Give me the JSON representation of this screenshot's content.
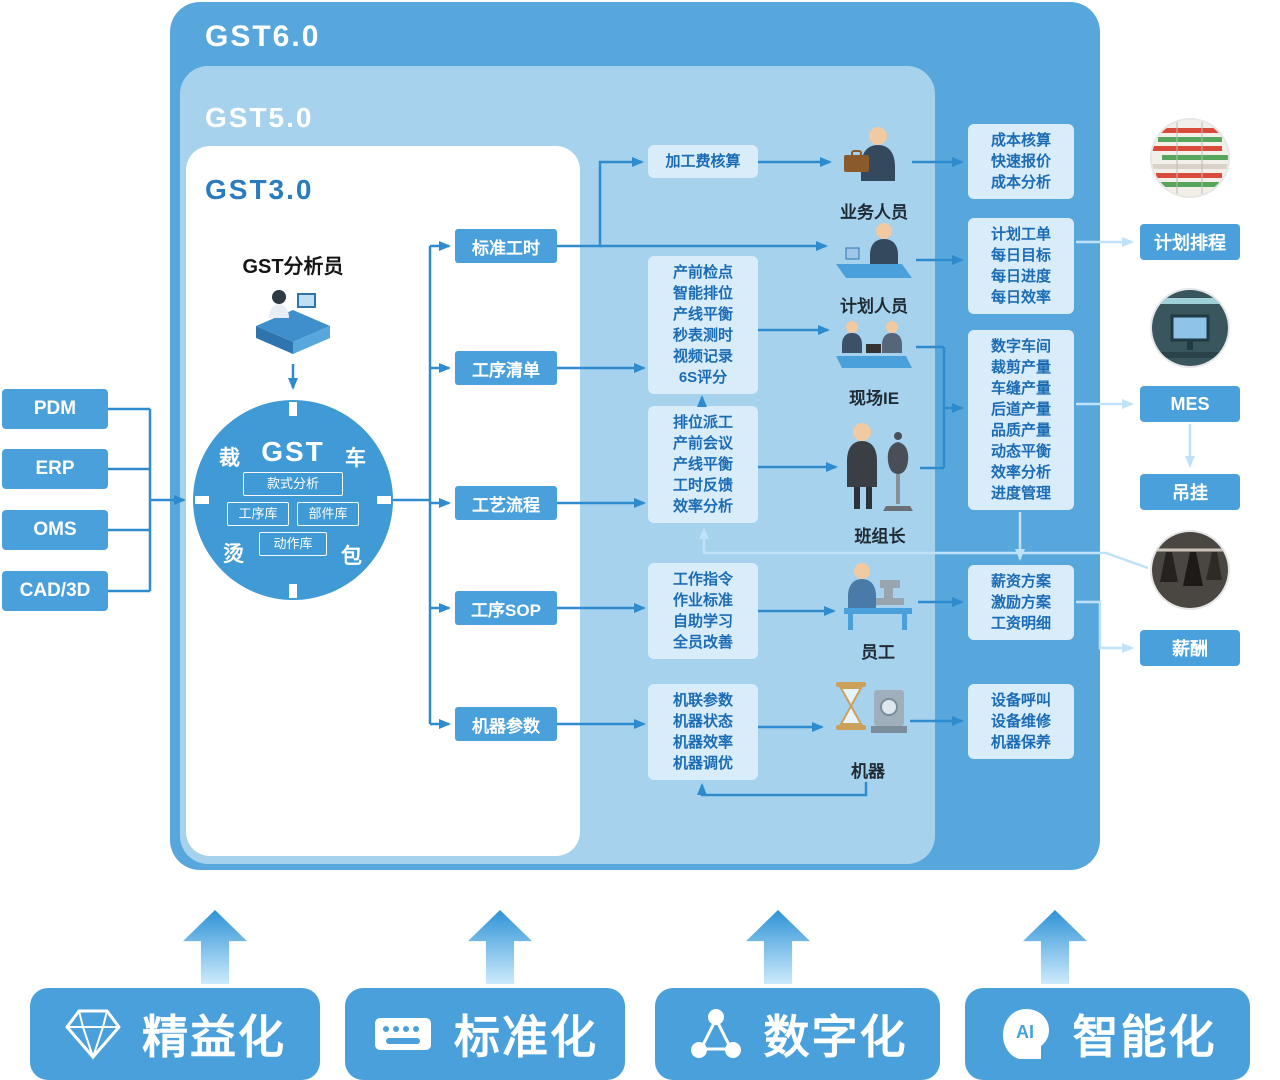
{
  "layers": {
    "gst6": "GST6.0",
    "gst5": "GST5.0",
    "gst3": "GST3.0"
  },
  "analyst_label": "GST分析员",
  "inputs": [
    "PDM",
    "ERP",
    "OMS",
    "CAD/3D"
  ],
  "gst_wheel": {
    "title": "GST",
    "quadrants": [
      "裁",
      "车",
      "烫",
      "包"
    ],
    "style_box": "款式分析",
    "libs": [
      "工序库",
      "部件库",
      "动作库"
    ]
  },
  "modules": [
    "标准工时",
    "工序清单",
    "工艺流程",
    "工序SOP",
    "机器参数"
  ],
  "lists": [
    {
      "lines": [
        "加工费核算"
      ]
    },
    {
      "lines": [
        "产前检点",
        "智能排位",
        "产线平衡",
        "秒表测时",
        "视频记录",
        "6S评分"
      ]
    },
    {
      "lines": [
        "排位派工",
        "产前会议",
        "产线平衡",
        "工时反馈",
        "效率分析"
      ]
    },
    {
      "lines": [
        "工作指令",
        "作业标准",
        "自助学习",
        "全员改善"
      ]
    },
    {
      "lines": [
        "机联参数",
        "机器状态",
        "机器效率",
        "机器调优"
      ]
    }
  ],
  "roles": [
    "业务人员",
    "计划人员",
    "现场IE",
    "班组长",
    "员工",
    "机器"
  ],
  "outputs": [
    {
      "lines": [
        "成本核算",
        "快速报价",
        "成本分析"
      ]
    },
    {
      "lines": [
        "计划工单",
        "每日目标",
        "每日进度",
        "每日效率"
      ]
    },
    {
      "lines": [
        "数字车间",
        "裁剪产量",
        "车缝产量",
        "后道产量",
        "品质产量",
        "动态平衡",
        "效率分析",
        "进度管理"
      ]
    },
    {
      "lines": [
        "薪资方案",
        "激励方案",
        "工资明细"
      ]
    },
    {
      "lines": [
        "设备呼叫",
        "设备维修",
        "机器保养"
      ]
    }
  ],
  "right_items": [
    "计划排程",
    "MES",
    "吊挂",
    "薪酬"
  ],
  "pillars": [
    {
      "label": "精益化",
      "icon": "diamond-icon"
    },
    {
      "label": "标准化",
      "icon": "keyboard-icon"
    },
    {
      "label": "数字化",
      "icon": "network-icon"
    },
    {
      "label": "智能化",
      "icon": "ai-icon",
      "icon_text": "AI"
    }
  ],
  "colors": {
    "primary": "#4aa0db",
    "layer6_bg": "#57a7dd",
    "layer5_bg": "#a6d2ee",
    "panel_bg": "#ffffff",
    "list_bg": "#d9ecfa",
    "list_text": "#1c6cb5",
    "connector": "#2e8bcd",
    "connector_light": "#bfe2f8"
  }
}
